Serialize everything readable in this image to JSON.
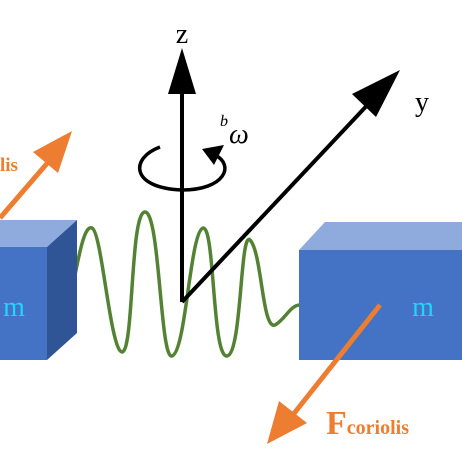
{
  "axes": {
    "z_label": "z",
    "y_label": "y"
  },
  "rotation": {
    "superscript": "b",
    "symbol": "ω"
  },
  "masses": {
    "left_label": "m",
    "right_label": "m"
  },
  "forces": {
    "left_partial_label": "lis",
    "right_main": "F",
    "right_subscript": "coriolis"
  },
  "colors": {
    "mass_front": "#4472c4",
    "mass_top": "#8faadc",
    "mass_side": "#2f5597",
    "mass_text": "#21d4fd",
    "spring": "#548235",
    "force_arrow": "#ed7d31",
    "axis": "#000000"
  }
}
